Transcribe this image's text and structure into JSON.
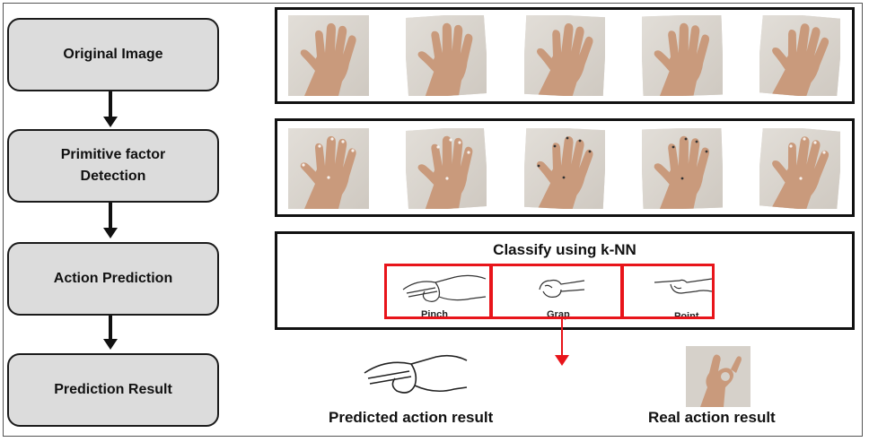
{
  "stages": [
    {
      "label": "Original Image"
    },
    {
      "label_line1": "Primitive factor",
      "label_line2": "Detection"
    },
    {
      "label": "Action Prediction"
    },
    {
      "label": "Prediction Result"
    }
  ],
  "classify": {
    "title": "Classify using  k-NN",
    "options": [
      {
        "label": "Pinch"
      },
      {
        "label": "Grap"
      },
      {
        "label": "Point"
      }
    ]
  },
  "results": {
    "predicted_label": "Predicted action result",
    "real_label": "Real action result"
  },
  "colors": {
    "highlight": "#e8141a",
    "stage_fill": "#dcdcdc",
    "skin": "#c99a7c",
    "wall": "#d9d5cf"
  },
  "icons": [
    "hand-photo-icon",
    "hand-landmarks-icon",
    "pinch-sketch-icon",
    "grab-sketch-icon",
    "point-sketch-icon"
  ]
}
